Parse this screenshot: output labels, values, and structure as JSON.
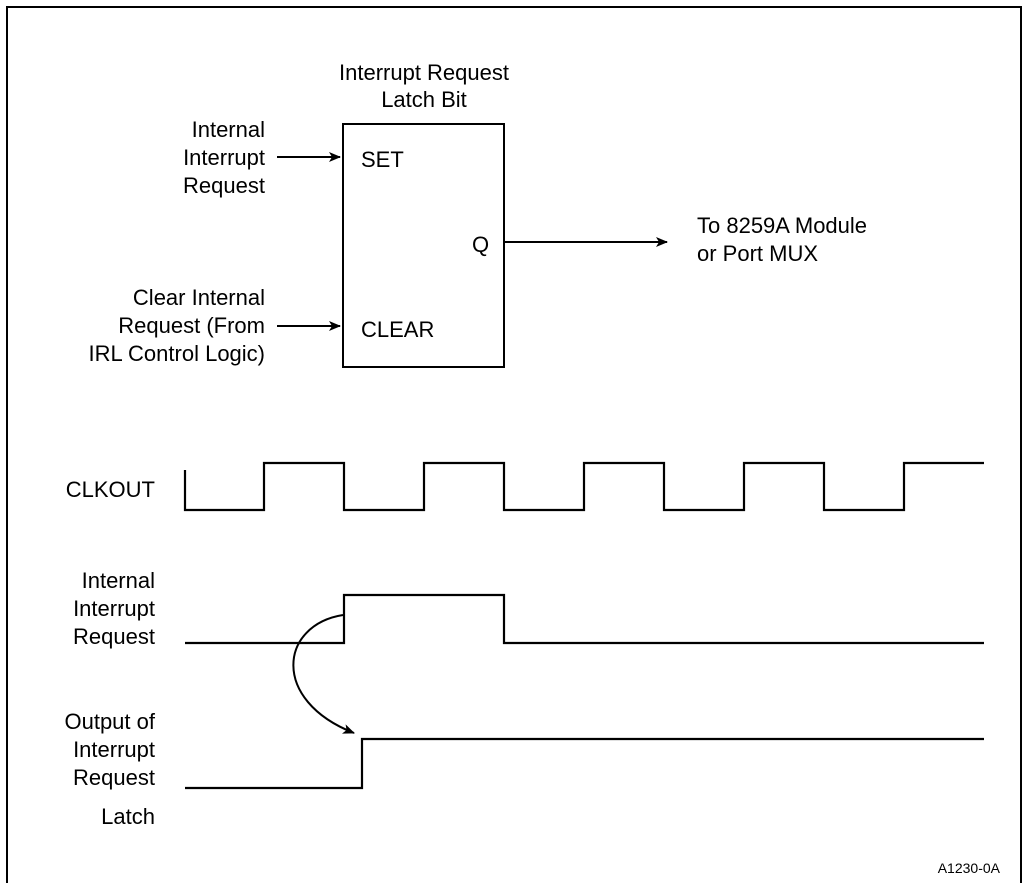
{
  "figure_id": "A1230-0A",
  "latch": {
    "title_line1": "Interrupt Request",
    "title_line2": "Latch Bit",
    "set_label": "SET",
    "clear_label": "CLEAR",
    "q_label": "Q"
  },
  "set_input": {
    "line1": "Internal",
    "line2": "Interrupt",
    "line3": "Request"
  },
  "clear_input": {
    "line1": "Clear Internal",
    "line2": "Request (From",
    "line3": "IRL Control Logic)"
  },
  "output": {
    "line1": "To 8259A Module",
    "line2": "or Port MUX"
  },
  "timing": {
    "clkout_label": "CLKOUT",
    "request_label": {
      "line1": "Internal",
      "line2": "Interrupt",
      "line3": "Request"
    },
    "latch_out_label": {
      "line1": "Output of",
      "line2": "Interrupt",
      "line3": "Request",
      "line4": "Latch"
    }
  }
}
